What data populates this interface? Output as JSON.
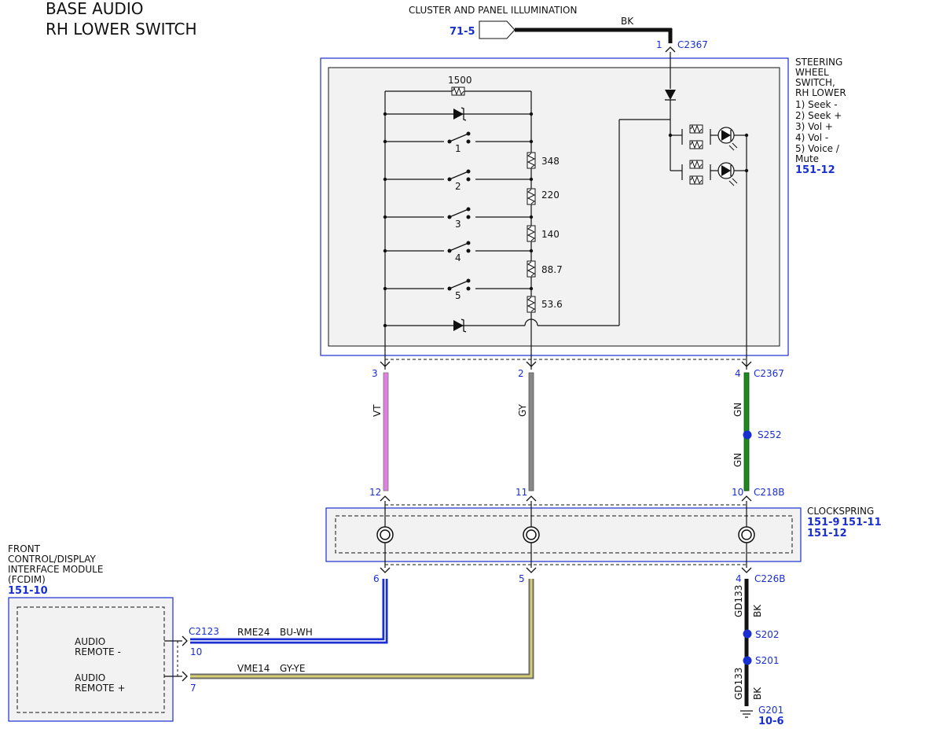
{
  "title": {
    "line1": "BASE AUDIO",
    "line2": "RH LOWER SWITCH"
  },
  "top": {
    "circuit_label": "CLUSTER AND PANEL ILLUMINATION",
    "ref": "71-5",
    "wire_color": "BK",
    "pin": "1",
    "connector": "C2367"
  },
  "switch": {
    "name_lines": [
      "STEERING",
      "WHEEL",
      "SWITCH,",
      "RH LOWER"
    ],
    "functions": [
      "1) Seek -",
      "2) Seek +",
      "3) Vol +",
      "4) Vol -",
      "5) Voice /",
      "Mute"
    ],
    "ref": "151-12",
    "resistors": [
      "1500",
      "348",
      "220",
      "140",
      "88.7",
      "53.6"
    ],
    "switch_numbers": [
      "1",
      "2",
      "3",
      "4",
      "5"
    ]
  },
  "c2367": {
    "pins": [
      "3",
      "2",
      "4"
    ],
    "connector": "C2367"
  },
  "wires_upper": {
    "vt": "VT",
    "gy": "GY",
    "gn1": "GN",
    "gn2": "GN",
    "splice": "S252"
  },
  "c218b": {
    "pins": [
      "12",
      "11",
      "10"
    ],
    "connector": "C218B"
  },
  "clockspring": {
    "name": "CLOCKSPRING",
    "refs": [
      "151-9",
      "151-11",
      "151-12"
    ]
  },
  "c226b": {
    "pins": [
      "6",
      "5",
      "4"
    ],
    "connector": "C226B"
  },
  "ground": {
    "circuit1": "GD133",
    "color1": "BK",
    "splice1": "S202",
    "splice2": "S201",
    "circuit2": "GD133",
    "color2": "BK",
    "ground_id": "G201",
    "ref": "10-6"
  },
  "fcdim": {
    "name_lines": [
      "FRONT",
      "CONTROL/DISPLAY",
      "INTERFACE MODULE",
      "(FCDIM)"
    ],
    "ref": "151-10",
    "connector": "C2123",
    "pin_minus": "10",
    "pin_plus": "7",
    "label_minus": [
      "AUDIO",
      "REMOTE -"
    ],
    "label_plus": [
      "AUDIO",
      "REMOTE +"
    ]
  },
  "wires_lower": {
    "rme_circuit": "RME24",
    "rme_color": "BU-WH",
    "vme_circuit": "VME14",
    "vme_color": "GY-YE"
  },
  "colors": {
    "blue_text": "#1a2fd0",
    "vt": "#e07fe0",
    "gy": "#888888",
    "gn": "#1f8a1f",
    "bu": "#1a2fd0",
    "ye": "#c8c060"
  }
}
